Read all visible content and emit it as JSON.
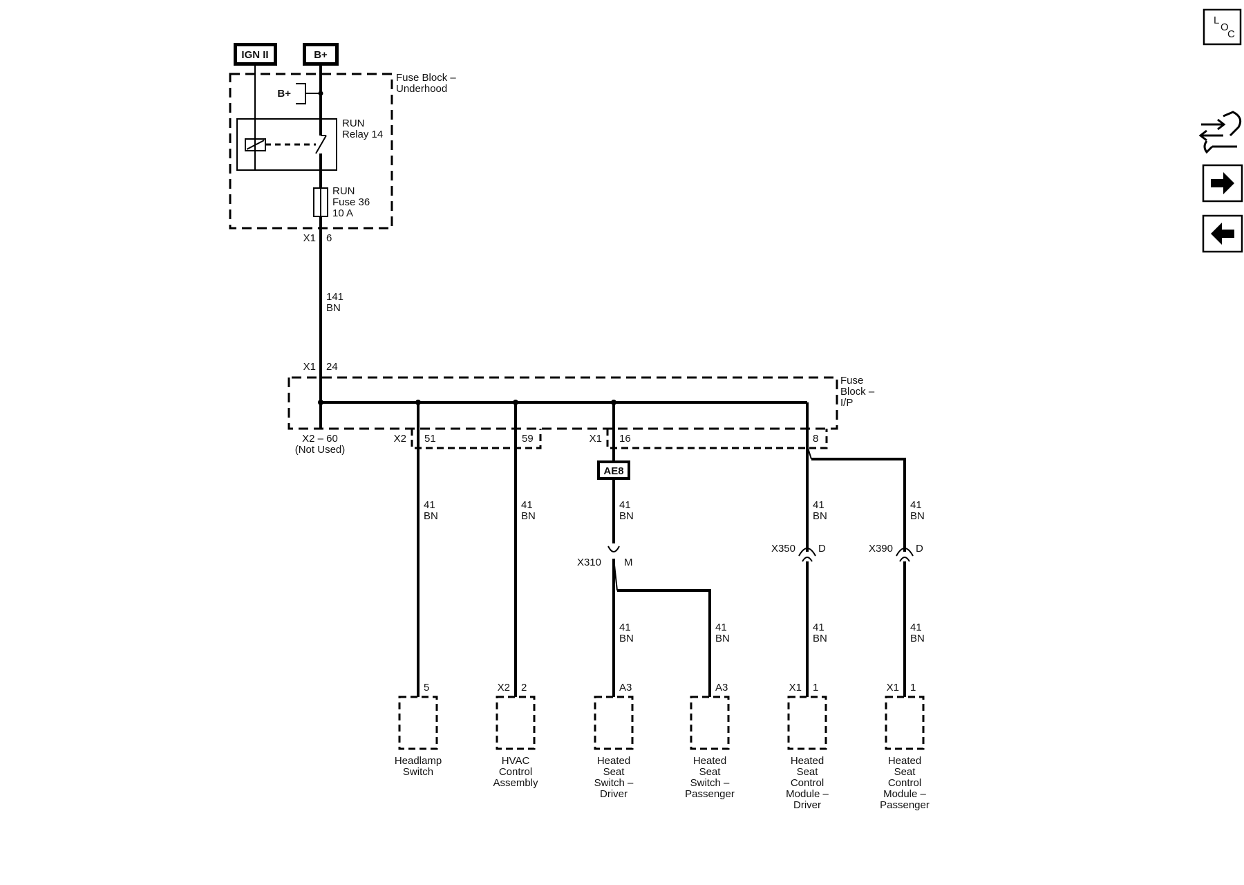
{
  "power": {
    "ign": "IGN II",
    "bplus": "B+",
    "bplus_inner": "B+"
  },
  "fuse_block_underhood": {
    "title_line1": "Fuse Block –",
    "title_line2": "Underhood",
    "relay": [
      "RUN",
      "Relay 14"
    ],
    "fuse": [
      "RUN",
      "Fuse 36",
      "10 A"
    ],
    "conn": "X1",
    "pin": "6"
  },
  "main_wire": {
    "circuit": "141",
    "color": "BN"
  },
  "fuse_block_ip": {
    "title": [
      "Fuse",
      "Block –",
      "I/P"
    ],
    "in_conn": "X1",
    "in_pin": "24",
    "unused": [
      "X2 – 60",
      "(Not Used)"
    ],
    "x2_conn": "X2",
    "x2_pins": [
      "51",
      "59"
    ],
    "x1_conn": "X1",
    "x1_pins": [
      "16",
      "8"
    ]
  },
  "splice": "AE8",
  "inline_connectors": [
    {
      "name": "X310",
      "pin": "M"
    },
    {
      "name": "X350",
      "pin": "D"
    },
    {
      "name": "X390",
      "pin": "D"
    }
  ],
  "wire_labels": [
    {
      "circuit": "41",
      "color": "BN"
    },
    {
      "circuit": "41",
      "color": "BN"
    },
    {
      "circuit": "41",
      "color": "BN"
    },
    {
      "circuit": "41",
      "color": "BN"
    },
    {
      "circuit": "41",
      "color": "BN"
    },
    {
      "circuit": "41",
      "color": "BN"
    },
    {
      "circuit": "41",
      "color": "BN"
    },
    {
      "circuit": "41",
      "color": "BN"
    },
    {
      "circuit": "41",
      "color": "BN"
    }
  ],
  "components": [
    {
      "conn": "",
      "pin": "5",
      "lines": [
        "Headlamp",
        "Switch"
      ]
    },
    {
      "conn": "X2",
      "pin": "2",
      "lines": [
        "HVAC",
        "Control",
        "Assembly"
      ]
    },
    {
      "conn": "",
      "pin": "A3",
      "lines": [
        "Heated",
        "Seat",
        "Switch –",
        "Driver"
      ]
    },
    {
      "conn": "",
      "pin": "A3",
      "lines": [
        "Heated",
        "Seat",
        "Switch –",
        "Passenger"
      ]
    },
    {
      "conn": "X1",
      "pin": "1",
      "lines": [
        "Heated",
        "Seat",
        "Control",
        "Module –",
        "Driver"
      ]
    },
    {
      "conn": "X1",
      "pin": "1",
      "lines": [
        "Heated",
        "Seat",
        "Control",
        "Module –",
        "Passenger"
      ]
    }
  ],
  "nav": {
    "loc": [
      "L",
      "O",
      "C"
    ],
    "icons": [
      "loc-icon",
      "connector-tool-icon",
      "arrow-right-icon",
      "arrow-left-icon"
    ]
  }
}
